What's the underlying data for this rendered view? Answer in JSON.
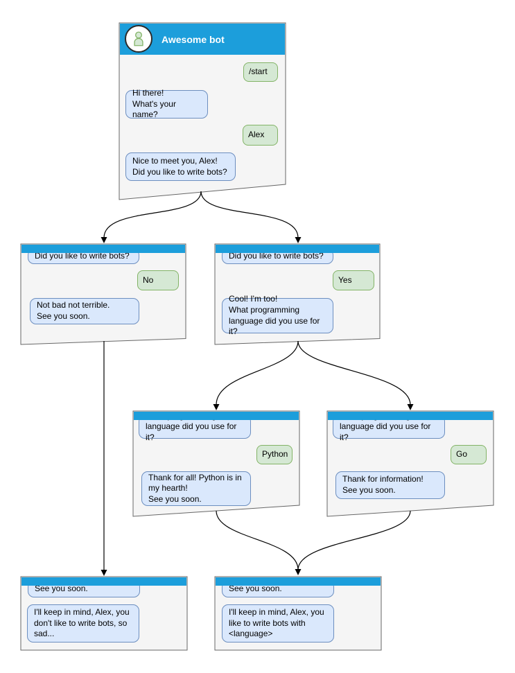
{
  "colors": {
    "header_blue": "#1C9EDB",
    "window_body": "#F5F5F5",
    "window_border": "#666666",
    "bot_bubble_fill": "#DAE8FC",
    "bot_bubble_border": "#6C8EBF",
    "user_bubble_fill": "#D5E8D4",
    "user_bubble_border": "#82B366",
    "arrow": "#000000",
    "title_text": "#FFFFFF"
  },
  "windows": {
    "root": {
      "title": "Awesome bot",
      "avatar_icon": "person-icon",
      "messages": {
        "start_command": "/start",
        "greeting": "Hi there!\nWhat's your name?",
        "name_reply": "Alex",
        "ask_bots": "Nice to meet you, Alex!\nDid you like to write bots?"
      }
    },
    "no_branch": {
      "messages": {
        "question": "Did you like to write bots?",
        "answer": "No",
        "reply": "Not bad not terrible.\nSee you soon."
      }
    },
    "yes_branch": {
      "messages": {
        "question": "Did you like to write bots?",
        "answer": "Yes",
        "reply": "Cool! I'm too!\nWhat programming\nlanguage did you use for it?"
      }
    },
    "python_branch": {
      "messages": {
        "question": "What programming\nlanguage did you use for it?",
        "answer": "Python",
        "reply": "Thank for all! Python is in\nmy hearth!\nSee you soon."
      }
    },
    "go_branch": {
      "messages": {
        "question": "What programming\nlanguage did you use for it?",
        "answer": "Go",
        "reply": "Thank for information!\nSee you soon."
      }
    },
    "end_no": {
      "messages": {
        "farewell": "See you soon.",
        "summary": "I'll keep in mind, Alex, you\ndon't like to write bots, so\nsad..."
      }
    },
    "end_yes": {
      "messages": {
        "farewell": "See you soon.",
        "summary": "I'll keep in mind, Alex, you\nlike to write bots with\n<language>"
      }
    }
  }
}
